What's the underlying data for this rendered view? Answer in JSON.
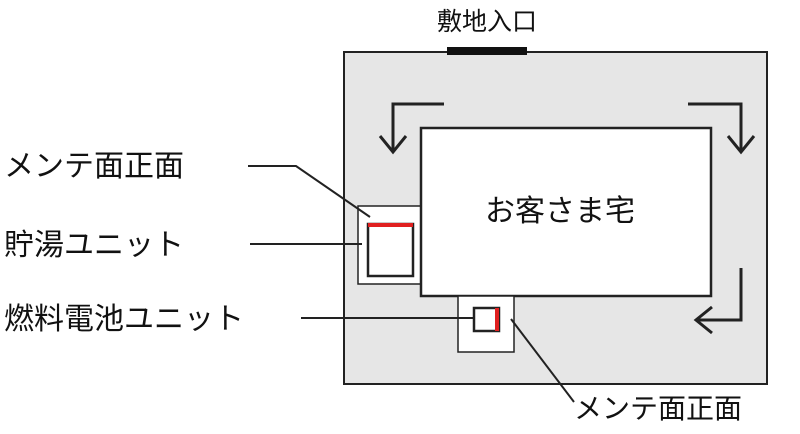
{
  "labels": {
    "entrance": "敷地入口",
    "house": "お客さま宅",
    "maintenance_top": "メンテ面正面",
    "storage_unit": "貯湯ユニット",
    "fuel_cell_unit": "燃料電池ユニット",
    "maintenance_bottom": "メンテ面正面"
  },
  "colors": {
    "site_fill": "#e6e6e6",
    "line": "#222222",
    "maintenance_face": "#e02020",
    "house_fill": "#ffffff"
  }
}
